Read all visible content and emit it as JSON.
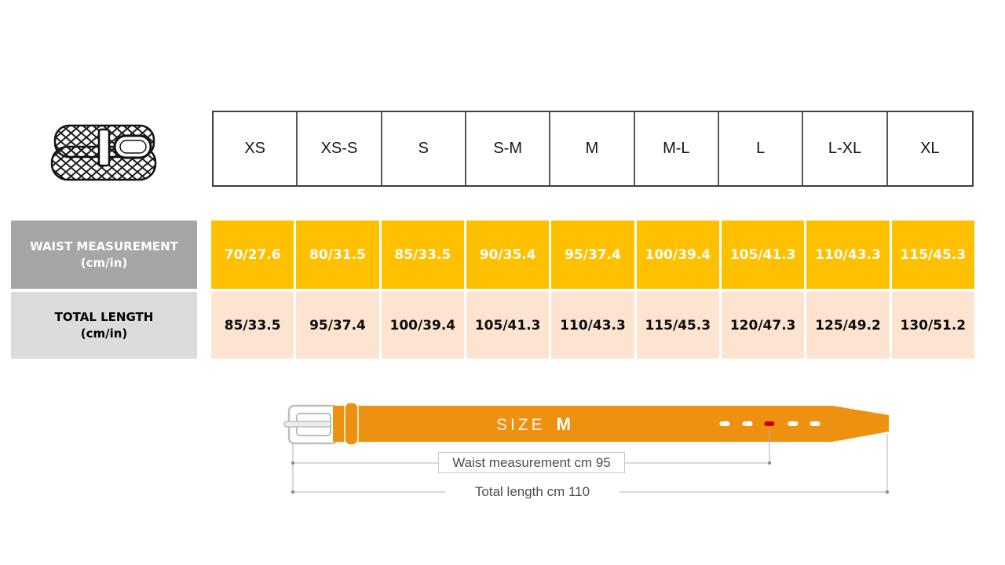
{
  "table": {
    "sizes": [
      "XS",
      "XS-S",
      "S",
      "S-M",
      "M",
      "M-L",
      "L",
      "L-XL",
      "XL"
    ],
    "rows": [
      {
        "label": "WAIST MEASUREMENT",
        "unit": "(cm/in)",
        "values": [
          "70/27.6",
          "80/31.5",
          "85/33.5",
          "90/35.4",
          "95/37.4",
          "100/39.4",
          "105/41.3",
          "110/43.3",
          "115/45.3"
        ]
      },
      {
        "label": "TOTAL LENGTH",
        "unit": "(cm/in)",
        "values": [
          "85/33.5",
          "95/37.4",
          "100/39.4",
          "105/41.3",
          "110/43.3",
          "115/45.3",
          "120/47.3",
          "125/49.2",
          "130/51.2"
        ]
      }
    ]
  },
  "diagram": {
    "size_label": "SIZE",
    "size_value": "M",
    "waist_annotation": "Waist measurement cm 95",
    "total_annotation": "Total length cm 110"
  },
  "colors": {
    "waist_row": "#ffc000",
    "total_row": "#fce4d0",
    "waist_label_bg": "#a6a6a6",
    "total_label_bg": "#dcdcdc",
    "belt_orange": "#ee9111",
    "highlight_hole_red": "#cc0000"
  }
}
